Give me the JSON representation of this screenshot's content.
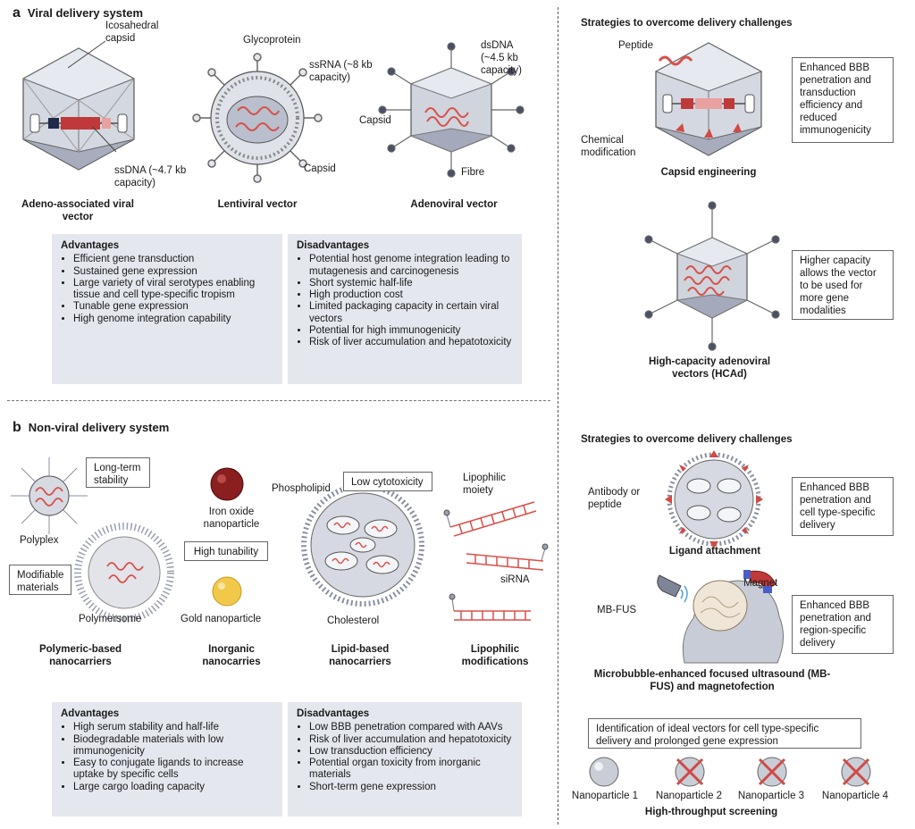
{
  "viral": {
    "letter": "a",
    "title": "Viral delivery system",
    "aav": {
      "capsid_label": "Icosahedral capsid",
      "dna_label": "ssDNA (~4.7 kb capacity)",
      "caption": "Adeno-associated viral vector"
    },
    "lenti": {
      "glyco_label": "Glycoprotein",
      "rna_label": "ssRNA (~8 kb capacity)",
      "capsid_label": "Capsid",
      "caption": "Lentiviral vector"
    },
    "adeno": {
      "dna_label": "dsDNA (~4.5 kb capacity)",
      "capsid_label": "Capsid",
      "fibre_label": "Fibre",
      "caption": "Adenoviral vector"
    },
    "advantages": {
      "title": "Advantages",
      "items": [
        "Efficient gene transduction",
        "Sustained gene expression",
        "Large variety of viral serotypes enabling tissue and cell type-specific tropism",
        "Tunable gene expression",
        "High genome integration capability"
      ]
    },
    "disadvantages": {
      "title": "Disadvantages",
      "items": [
        "Potential host genome integration leading to mutagenesis and carcinogenesis",
        "Short systemic half-life",
        "High production cost",
        "Limited packaging capacity in certain viral vectors",
        "Potential for high immunogenicity",
        "Risk of liver accumulation and hepatotoxicity"
      ]
    },
    "strategies": {
      "title": "Strategies to overcome delivery challenges",
      "capsid": {
        "peptide_label": "Peptide",
        "chem_label": "Chemical modification",
        "callout": "Enhanced BBB penetration and transduction efficiency and reduced immunogenicity",
        "caption": "Capsid engineering"
      },
      "hcad": {
        "callout": "Higher capacity allows the vector to be used for more gene modalities",
        "caption": "High-capacity adenoviral vectors (HCAd)"
      }
    }
  },
  "nonviral": {
    "letter": "b",
    "title": "Non-viral delivery system",
    "polymeric": {
      "stability_callout": "Long-term stability",
      "polyplex_label": "Polyplex",
      "modifiable_callout": "Modifiable materials",
      "polymersome_label": "Polymersome",
      "caption": "Polymeric-based nanocarriers"
    },
    "inorganic": {
      "iron_label": "Iron oxide nanoparticle",
      "tunability_callout": "High tunability",
      "gold_label": "Gold nanoparticle",
      "caption": "Inorganic nanocarries"
    },
    "lipid": {
      "phospholipid_label": "Phospholipid",
      "cytotox_callout": "Low cytotoxicity",
      "cholesterol_label": "Cholesterol",
      "caption": "Lipid-based nanocarriers"
    },
    "lipophilic": {
      "moiety_label": "Lipophilic moiety",
      "sirna_label": "siRNA",
      "caption": "Lipophilic modifications"
    },
    "advantages": {
      "title": "Advantages",
      "items": [
        "High serum stability and half-life",
        "Biodegradable materials with low immunogenicity",
        "Easy to conjugate ligands to increase uptake by specific cells",
        "Large cargo loading capacity"
      ]
    },
    "disadvantages": {
      "title": "Disadvantages",
      "items": [
        "Low BBB penetration compared with AAVs",
        "Risk of liver accumulation and hepatotoxicity",
        "Low transduction efficiency",
        "Potential organ toxicity from inorganic materials",
        "Short-term gene expression"
      ]
    },
    "strategies": {
      "title": "Strategies to overcome delivery challenges",
      "ligand": {
        "antibody_label": "Antibody or peptide",
        "callout": "Enhanced BBB penetration and cell type-specific delivery",
        "caption": "Ligand attachment"
      },
      "mbfus": {
        "fus_label": "MB-FUS",
        "magnet_label": "Magnet",
        "callout": "Enhanced BBB penetration and region-specific delivery",
        "caption": "Microbubble-enhanced focused ultrasound (MB-FUS) and magnetofection"
      },
      "screening": {
        "callout": "Identification of ideal vectors for cell type-specific delivery and prolonged gene expression",
        "np1": "Nanoparticle 1",
        "np2": "Nanoparticle 2",
        "np3": "Nanoparticle 3",
        "np4": "Nanoparticle 4",
        "caption": "High-throughput screening"
      }
    }
  },
  "colors": {
    "rna": "#d8504a",
    "capsid": "#c4c9d4",
    "dark": "#4a5068",
    "panel": "#e4e7ee",
    "cross": "#d04a46"
  }
}
